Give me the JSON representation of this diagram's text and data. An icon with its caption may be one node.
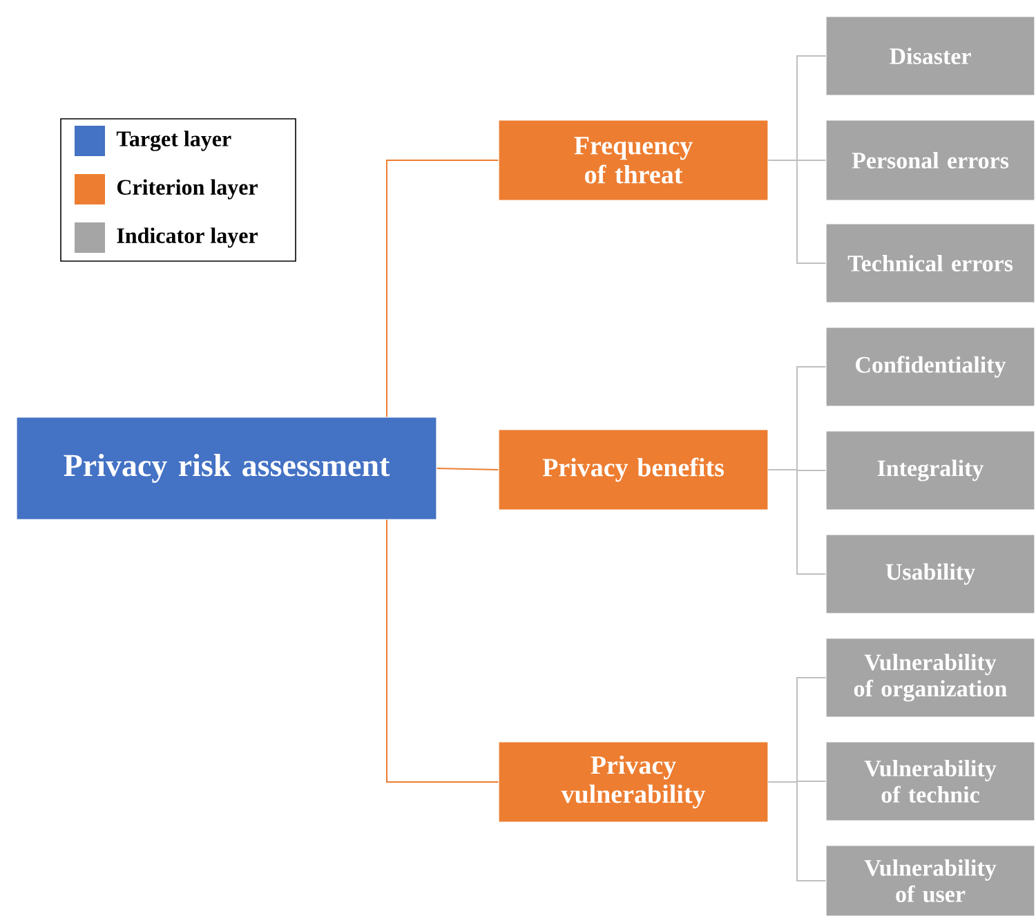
{
  "diagram": {
    "nodes": [
      {
        "text": [
          "Privacy risk assessment"
        ]
      },
      {
        "text": [
          "Frequency of threat"
        ]
      },
      {
        "text": [
          "Privacy benefits"
        ]
      },
      {
        "text": [
          "Privacy vulnerability"
        ]
      },
      {
        "text": [
          "Disaster"
        ]
      },
      {
        "text": [
          "Personal errors"
        ]
      },
      {
        "text": [
          "Technical errors"
        ]
      },
      {
        "text": [
          "Confidentiality"
        ]
      },
      {
        "text": [
          "Integrality"
        ]
      },
      {
        "text": [
          "Usability"
        ]
      },
      {
        "text": [
          "Vulnerability of organization"
        ]
      },
      {
        "text": [
          "Vulnerability of technic"
        ]
      },
      {
        "text": [
          "Vulnerability of user"
        ]
      }
    ],
    "edges": [
      {
        "from": 0,
        "to": 1,
        "arrow": "none",
        "color": "#ed7d31"
      },
      {
        "from": 0,
        "to": 2,
        "arrow": "none",
        "color": "#ed7d31"
      },
      {
        "from": 0,
        "to": 3,
        "arrow": "none",
        "color": "#ed7d31"
      },
      {
        "from": 1,
        "to": 4,
        "arrow": "none"
      },
      {
        "from": 1,
        "to": 5,
        "arrow": "none"
      },
      {
        "from": 1,
        "to": 6,
        "arrow": "none"
      },
      {
        "from": 2,
        "to": 7,
        "arrow": "none"
      },
      {
        "from": 2,
        "to": 8,
        "arrow": "none"
      },
      {
        "from": 2,
        "to": 9,
        "arrow": "none"
      },
      {
        "from": 3,
        "to": 10,
        "arrow": "none"
      },
      {
        "from": 3,
        "to": 11,
        "arrow": "none"
      },
      {
        "from": 3,
        "to": 12,
        "arrow": "none"
      }
    ],
    "legend": [
      {
        "text": "Target layer",
        "color": "#4472c4"
      },
      {
        "text": "Criterion layer",
        "color": "#ed7d31"
      },
      {
        "text": "Indicator layer",
        "color": "#a5a5a5"
      }
    ]
  }
}
